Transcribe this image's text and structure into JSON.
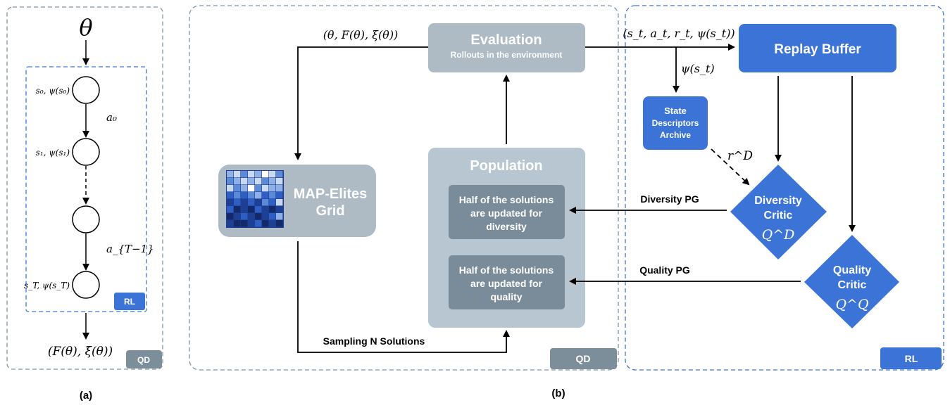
{
  "panel_a": {
    "theta": "θ",
    "states": [
      "s₀, ψ(s₀)",
      "s₁, ψ(s₁)",
      "s_T, ψ(s_T)"
    ],
    "actions": [
      "a₀",
      "a_{T−1}"
    ],
    "output": "(F(θ), ξ(θ))",
    "rl_badge": "RL",
    "qd_badge": "QD",
    "caption": "(a)"
  },
  "panel_b": {
    "evaluation_title": "Evaluation",
    "evaluation_subtitle": "Rollouts in the environment",
    "eval_output_label": "(θ, F(θ), ξ(θ))",
    "transition_label": "(s_t, a_t, r_t, ψ(s_t))",
    "descriptor_label": "ψ(s_t)",
    "replay_buffer": "Replay Buffer",
    "archive_lines": [
      "State",
      "Descriptors",
      "Archive"
    ],
    "reward_label": "r^D",
    "map_elites_lines": [
      "MAP-Elites",
      "Grid"
    ],
    "population": "Population",
    "half_diversity_lines": [
      "Half of the solutions",
      "are updated for",
      "diversity"
    ],
    "half_quality_lines": [
      "Half of the solutions",
      "are updated for",
      "quality"
    ],
    "diversity_critic_lines": [
      "Diversity",
      "Critic"
    ],
    "diversity_q": "Q^D",
    "quality_critic_lines": [
      "Quality",
      "Critic"
    ],
    "quality_q": "Q^Q",
    "diversity_pg": "Diversity PG",
    "quality_pg": "Quality PG",
    "sampling": "Sampling N Solutions",
    "qd_badge": "QD",
    "rl_badge": "RL",
    "caption": "(b)"
  },
  "colors": {
    "blue": "#3b74d6",
    "gray_box": "#aebac4",
    "pop_box": "#b7c6d1",
    "dark_gray": "#7a8c99",
    "badge_gray": "#7d8e9b",
    "dashed": "#6a8fd0"
  }
}
